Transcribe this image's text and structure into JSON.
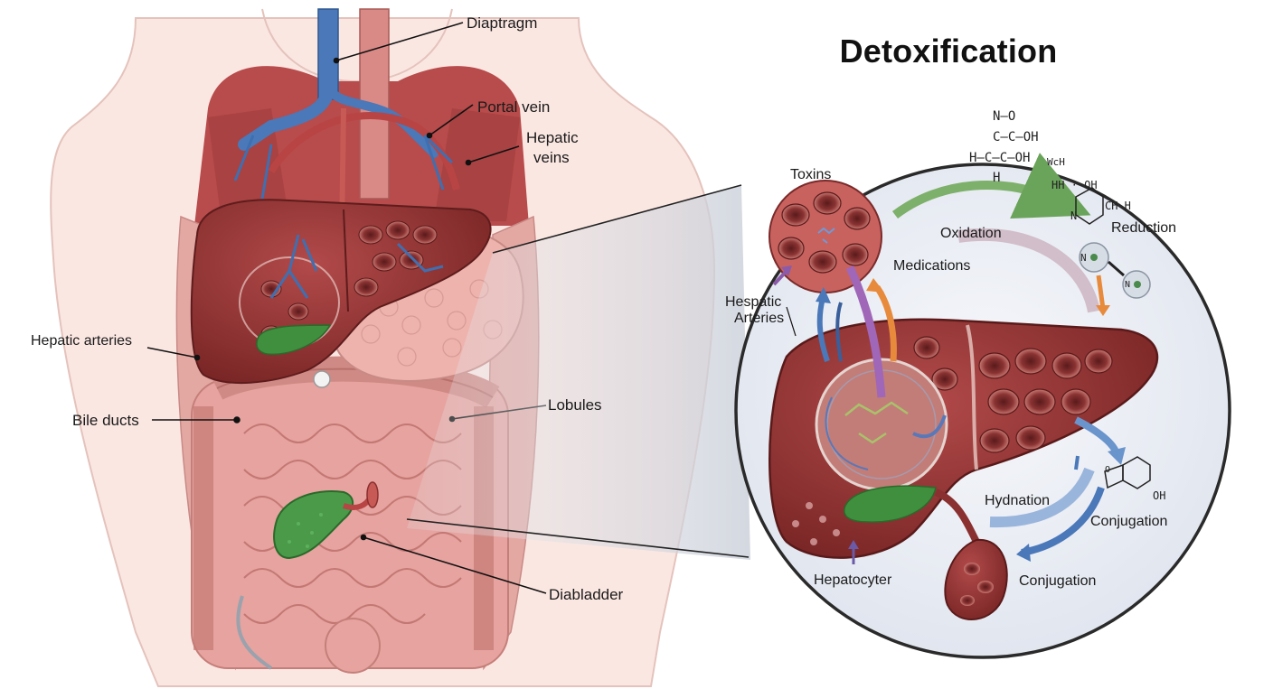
{
  "title": "Detoxification",
  "body_labels": {
    "diaphragm": "Diaptragm",
    "portal_vein": "Portal vein",
    "hepatic_veins_1": "Hepatic",
    "hepatic_veins_2": "veins",
    "hepatic_arteries": "Hepatic arteries",
    "bile_ducts": "Bile ducts",
    "lobules": "Lobules",
    "diabladder": "Diabladder"
  },
  "inset_labels": {
    "toxins": "Toxins",
    "oxidation": "Oxidation",
    "reduction": "Reduction",
    "medications": "Medications",
    "hespatic_arteries_1": "Hespatic",
    "hespatic_arteries_2": "Arteries",
    "hydnation": "Hydnation",
    "conjugation_1": "Conjugation",
    "conjugation_2": "Conjugation",
    "hepatocyter": "Hepatocyter"
  },
  "chem": {
    "line1": "N—O",
    "line2": "C—C—OH",
    "line3": "H—C—C—OH",
    "line3_tail": "WcH",
    "line4": "H",
    "ring_top": "HH · OH",
    "ring_right": "CH H",
    "ring_n": "N",
    "n_small_1": "N",
    "n_small_2": "N",
    "oh_small": "OH",
    "o_small": "O"
  },
  "colors": {
    "liver": "#9b3a3a",
    "liver_dark": "#7a2626",
    "tissue_pink": "#e8a9a5",
    "intestine": "#e6a39f",
    "skin": "#fbe7e2",
    "vein_blue": "#3f6fb0",
    "artery_red": "#b84444",
    "gallbladder": "#3f8f3f",
    "arrow_green": "#7db06a",
    "arrow_orange": "#e88a3c",
    "arrow_purple": "#8b5aa8",
    "arrow_blue": "#4a78b8",
    "inset_bg": "#eef1f7"
  }
}
